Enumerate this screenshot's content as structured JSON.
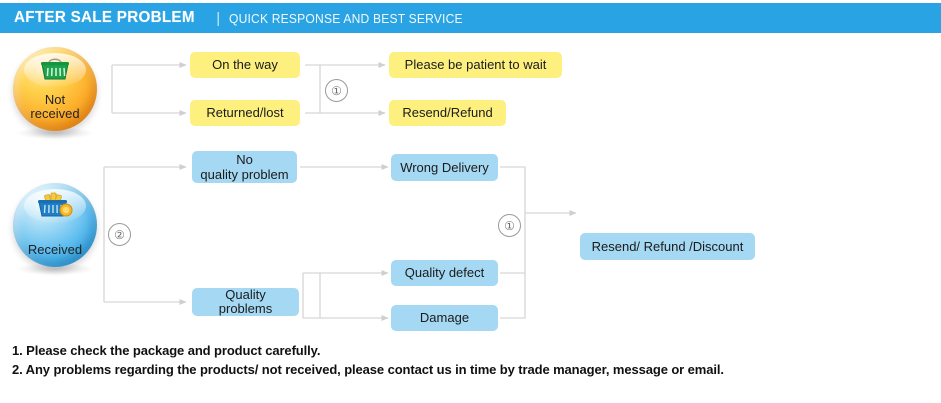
{
  "header": {
    "title": "AFTER SALE PROBLEM",
    "divider": "|",
    "subtitle": "QUICK RESPONSE AND BEST SERVICE",
    "background_color": "#29a3e3",
    "text_color": "#ffffff"
  },
  "colors": {
    "yellow_node": "#fdf07f",
    "blue_node": "#a5d8f3",
    "connector": "#d4d4d4",
    "orb_not_received": "#fcad2a",
    "orb_received": "#5dbdef"
  },
  "flows": {
    "not_received": {
      "orb_label_line1": "Not",
      "orb_label_line2": "received",
      "orb_icon": "shopping-basket-icon",
      "badge": "①",
      "stage1": [
        {
          "label": "On the way"
        },
        {
          "label": "Returned/lost"
        }
      ],
      "stage2": [
        {
          "label": "Please be patient to wait"
        },
        {
          "label": "Resend/Refund"
        }
      ]
    },
    "received": {
      "orb_label": "Received",
      "orb_icon": "shopping-basket-coin-icon",
      "badge_branch": "②",
      "badge_merge": "①",
      "stage1": [
        {
          "label_line1": "No",
          "label_line2": "quality problem"
        },
        {
          "label": "Quality problems"
        }
      ],
      "stage2": [
        {
          "label": "Wrong Delivery"
        },
        {
          "label": "Quality defect"
        },
        {
          "label": "Damage"
        }
      ],
      "outcome": {
        "label": "Resend/ Refund /Discount"
      }
    }
  },
  "footer": {
    "note1": "1. Please check the package and product carefully.",
    "note2": "2. Any problems regarding the products/ not received, please contact us in time by trade manager, message or email."
  }
}
